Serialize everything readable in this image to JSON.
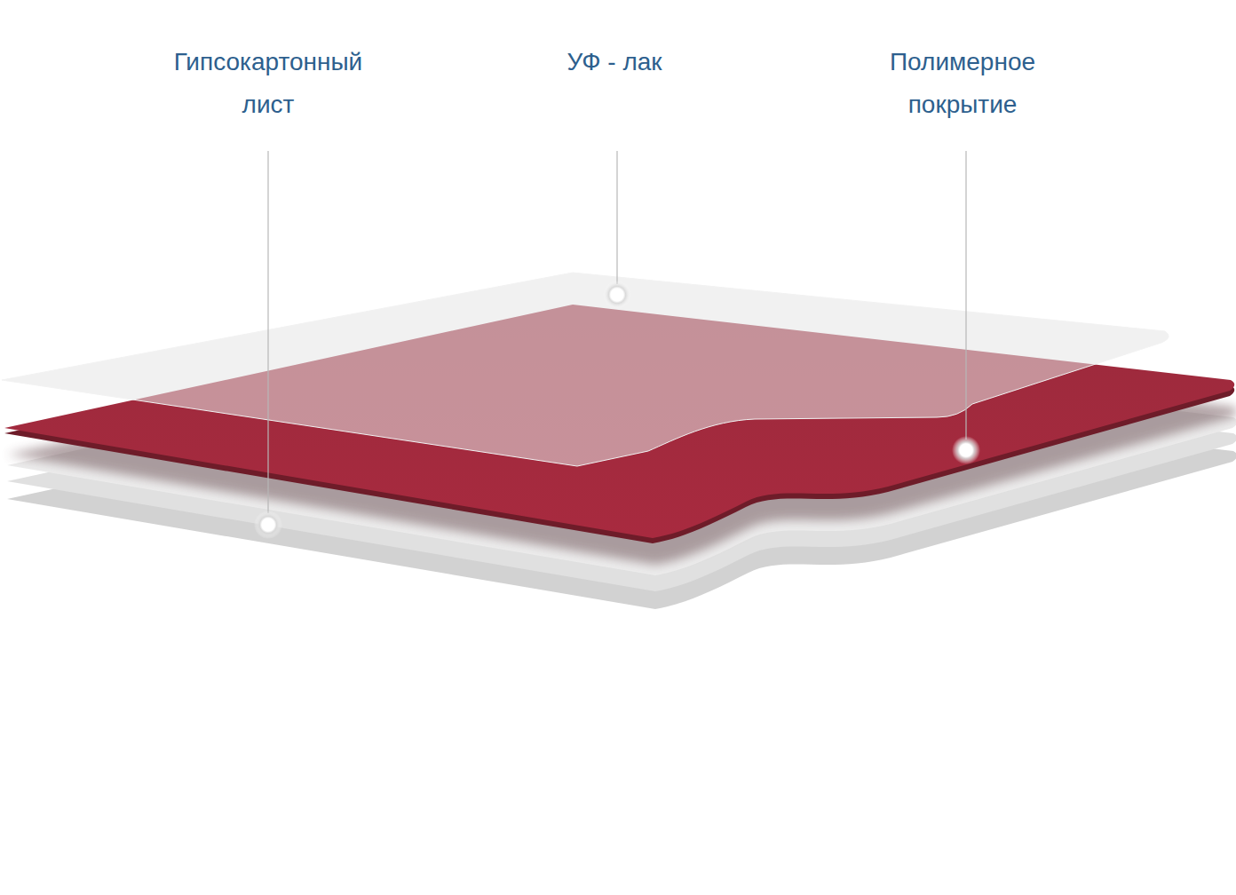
{
  "diagram": {
    "labels": [
      "Гипсокартонный лист",
      "УФ - лак",
      "Полимерное покрытие"
    ]
  }
}
